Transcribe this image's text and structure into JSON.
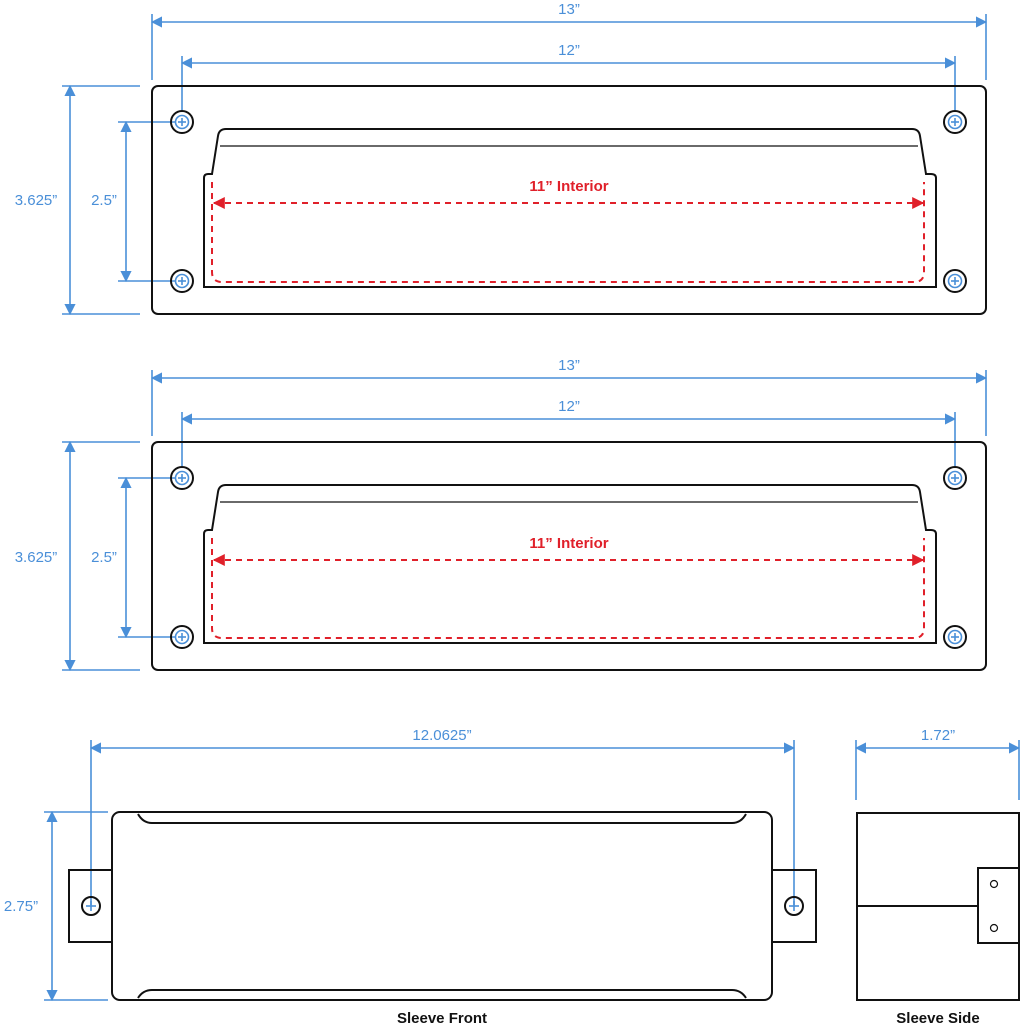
{
  "plate_top": {
    "overall_width": "13”",
    "hole_spacing": "12”",
    "interior": "11” Interior",
    "overall_height": "3.625”",
    "hole_height": "2.5”"
  },
  "plate_bottom": {
    "overall_width": "13”",
    "hole_spacing": "12”",
    "interior": "11” Interior",
    "overall_height": "3.625”",
    "hole_height": "2.5”"
  },
  "sleeve_front": {
    "width": "12.0625”",
    "height": "2.75”",
    "caption": "Sleeve Front"
  },
  "sleeve_side": {
    "depth": "1.72”",
    "caption": "Sleeve Side"
  },
  "colors": {
    "dimension": "#4a8fd8",
    "interior": "#e0202a",
    "outline": "#111111"
  }
}
